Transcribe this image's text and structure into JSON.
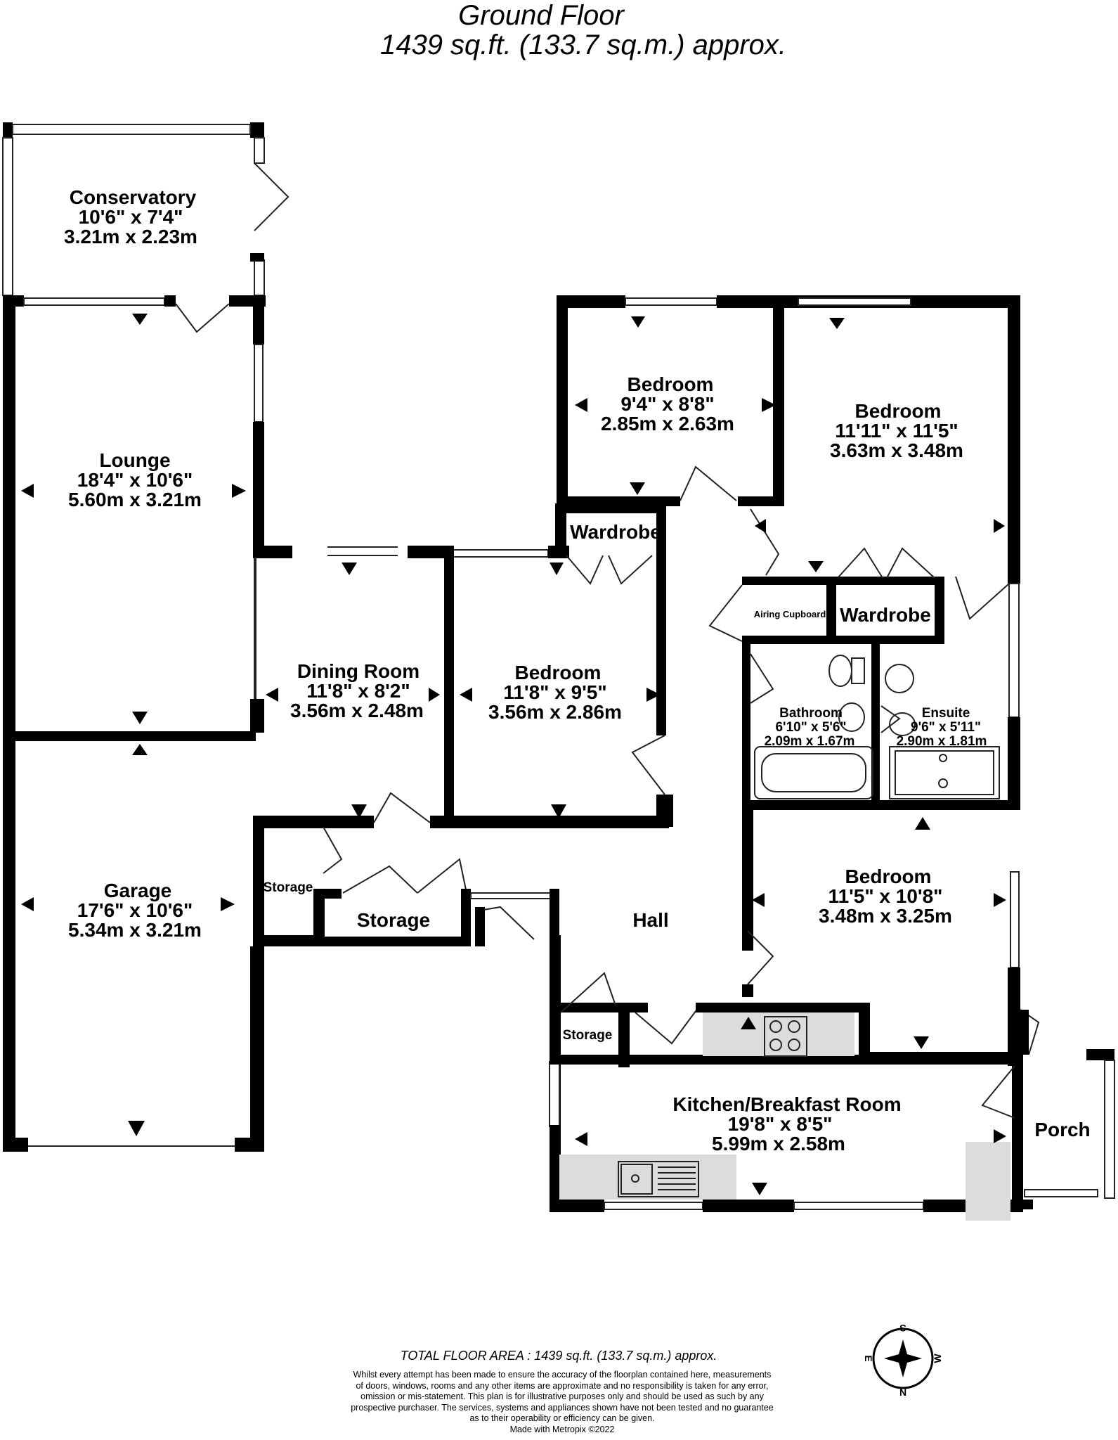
{
  "header": {
    "title": "Ground Floor",
    "area": "1439 sq.ft. (133.7 sq.m.) approx."
  },
  "rooms": {
    "conservatory": {
      "name": "Conservatory",
      "imperial": "10'6\"  x 7'4\"",
      "metric": "3.21m  x 2.23m"
    },
    "lounge": {
      "name": "Lounge",
      "imperial": "18'4\"  x 10'6\"",
      "metric": "5.60m  x 3.21m"
    },
    "garage": {
      "name": "Garage",
      "imperial": "17'6\"  x 10'6\"",
      "metric": "5.34m  x 3.21m"
    },
    "dining": {
      "name": "Dining Room",
      "imperial": "11'8\"  x 8'2\"",
      "metric": "3.56m  x 2.48m"
    },
    "bedroom_mid": {
      "name": "Bedroom",
      "imperial": "11'8\"  x 9'5\"",
      "metric": "3.56m  x 2.86m"
    },
    "bedroom_small": {
      "name": "Bedroom",
      "imperial": "9'4\"  x 8'8\"",
      "metric": "2.85m  x 2.63m"
    },
    "bedroom_master": {
      "name": "Bedroom",
      "imperial": "11'11\"  x 11'5\"",
      "metric": "3.63m  x 3.48m"
    },
    "bedroom_lower": {
      "name": "Bedroom",
      "imperial": "11'5\"  x 10'8\"",
      "metric": "3.48m  x 3.25m"
    },
    "bathroom": {
      "name": "Bathroom",
      "imperial": "6'10\"  x 5'6\"",
      "metric": "2.09m  x 1.67m"
    },
    "ensuite": {
      "name": "Ensuite",
      "imperial": "9'6\"  x 5'11\"",
      "metric": "2.90m  x 1.81m"
    },
    "kitchen": {
      "name": "Kitchen/Breakfast Room",
      "imperial": "19'8\"  x 8'5\"",
      "metric": "5.99m  x 2.58m"
    },
    "hall": {
      "name": "Hall"
    },
    "porch": {
      "name": "Porch"
    },
    "storage_big": {
      "name": "Storage"
    },
    "storage_small": {
      "name": "Storage"
    },
    "storage_kitchen": {
      "name": "Storage"
    },
    "wardrobe_top": {
      "name": "Wardrobe"
    },
    "wardrobe_master": {
      "name": "Wardrobe"
    },
    "airing": {
      "name": "Airing Cupboard"
    }
  },
  "footer": {
    "total_area": "TOTAL FLOOR AREA : 1439 sq.ft. (133.7 sq.m.) approx.",
    "disclaimer": [
      "Whilst every attempt has been made to ensure the accuracy of the floorplan contained here, measurements",
      "of doors, windows, rooms and any other items are approximate and no responsibility is taken for any error,",
      "omission or mis-statement. This plan is for illustrative purposes only and should be used as such by any",
      "prospective purchaser. The services, systems and appliances shown have not been tested and no guarantee",
      "as to their operability or efficiency can be given."
    ],
    "credit": "Made with Metropix ©2022"
  },
  "compass": {
    "n": "N",
    "s": "S",
    "e": "E",
    "w": "W"
  }
}
